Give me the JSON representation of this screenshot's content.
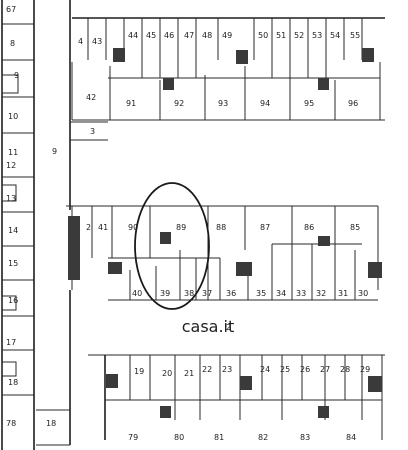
{
  "plan_title": "",
  "labels": {
    "left_column": [
      "67",
      "8",
      "9",
      "10",
      "11",
      "12",
      "13",
      "14",
      "15",
      "16",
      "17",
      "18"
    ],
    "bottom_left": [
      "78",
      "18"
    ],
    "top_row_top": [
      "4",
      "43",
      "44",
      "45",
      "46",
      "47",
      "48",
      "49",
      "50",
      "51",
      "52",
      "53",
      "54",
      "55"
    ],
    "top_row_bottom": [
      "42",
      "91",
      "92",
      "93",
      "94",
      "95",
      "96"
    ],
    "corridor_labels": [
      "3",
      "9"
    ],
    "middle_row_top": [
      "2",
      "41",
      "90",
      "89",
      "88",
      "87",
      "86",
      "85"
    ],
    "middle_row_bottom": [
      "40",
      "39",
      "38",
      "37",
      "36",
      "35",
      "34",
      "33",
      "32",
      "31",
      "30"
    ],
    "lane_label": "2",
    "bottom_row_top": [
      "19",
      "20",
      "21",
      "22",
      "23",
      "24",
      "25",
      "26",
      "27",
      "28",
      "29"
    ],
    "bottom_row_bottom": [
      "79",
      "80",
      "81",
      "82",
      "83",
      "84"
    ]
  },
  "highlight": {
    "label": "89",
    "shape": "ellipse",
    "color": "#1a1a1a"
  },
  "watermark": "casa.it",
  "colors": {
    "background": "#ffffff",
    "lines": "#2a2a2a",
    "watermark": "#c9c9c9"
  }
}
